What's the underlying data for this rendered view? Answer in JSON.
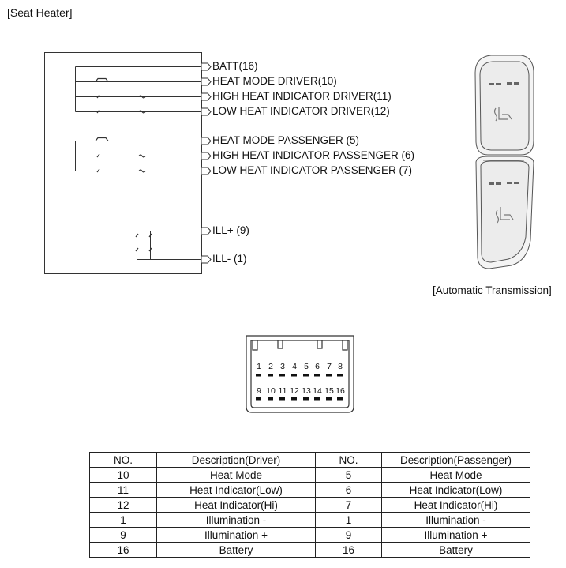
{
  "title": "[Seat Heater]",
  "pins": [
    "BATT(16)",
    "HEAT MODE DRIVER(10)",
    "HIGH HEAT INDICATOR DRIVER(11)",
    "LOW HEAT INDICATOR DRIVER(12)",
    "HEAT MODE PASSENGER (5)",
    "HIGH HEAT INDICATOR PASSENGER (6)",
    "LOW HEAT INDICATOR PASSENGER (7)",
    "ILL+ (9)",
    "ILL- (1)"
  ],
  "caption": "[Automatic Transmission]",
  "connector": {
    "top_row": [
      "1",
      "2",
      "3",
      "4",
      "5",
      "6",
      "7",
      "8"
    ],
    "bottom_row": [
      "9",
      "10",
      "11",
      "12",
      "13",
      "14",
      "15",
      "16"
    ]
  },
  "table": {
    "headers": [
      "NO.",
      "Description(Driver)",
      "NO.",
      "Description(Passenger)"
    ],
    "rows": [
      [
        "10",
        "Heat Mode",
        "5",
        "Heat Mode"
      ],
      [
        "11",
        "Heat Indicator(Low)",
        "6",
        "Heat Indicator(Low)"
      ],
      [
        "12",
        "Heat Indicator(Hi)",
        "7",
        "Heat Indicator(Hi)"
      ],
      [
        "1",
        "Illumination -",
        "1",
        "Illumination -"
      ],
      [
        "9",
        "Illumination +",
        "9",
        "Illumination +"
      ],
      [
        "16",
        "Battery",
        "16",
        "Battery"
      ]
    ]
  }
}
